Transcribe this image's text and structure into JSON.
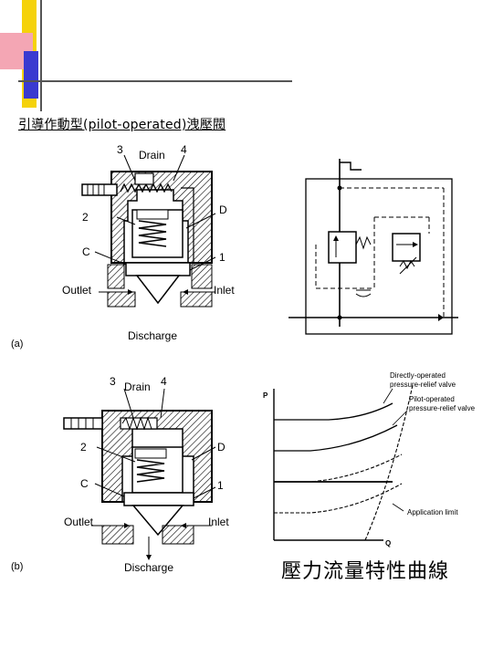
{
  "slide": {
    "title": "引導作動型(pilot-operated)洩壓閥",
    "caption": "壓力流量特性曲線"
  },
  "figure_a": {
    "panel_label": "(a)",
    "labels": {
      "n3": "3",
      "drain": "Drain",
      "n4": "4",
      "n2": "2",
      "d": "D",
      "c": "C",
      "n1": "1",
      "outlet": "Outlet",
      "inlet": "Inlet",
      "discharge": "Discharge"
    }
  },
  "figure_b": {
    "panel_label": "(b)",
    "labels": {
      "n3": "3",
      "drain": "Drain",
      "n4": "4",
      "n2": "2",
      "d": "D",
      "c": "C",
      "n1": "1",
      "outlet": "Outlet",
      "inlet": "Inlet",
      "discharge": "Discharge"
    }
  },
  "graph": {
    "y_axis": "P",
    "x_axis": "Q",
    "label_direct": [
      "Directly-operated",
      "pressure-relief valve"
    ],
    "label_pilot": [
      "Pilot-operated",
      "pressure-relief valve"
    ],
    "label_limit": "Application limit"
  },
  "colors": {
    "deco_yellow": "#f5d20a",
    "deco_pink": "#f4a6b4",
    "deco_blue": "#3a3ad0",
    "deco_line": "#555555"
  }
}
